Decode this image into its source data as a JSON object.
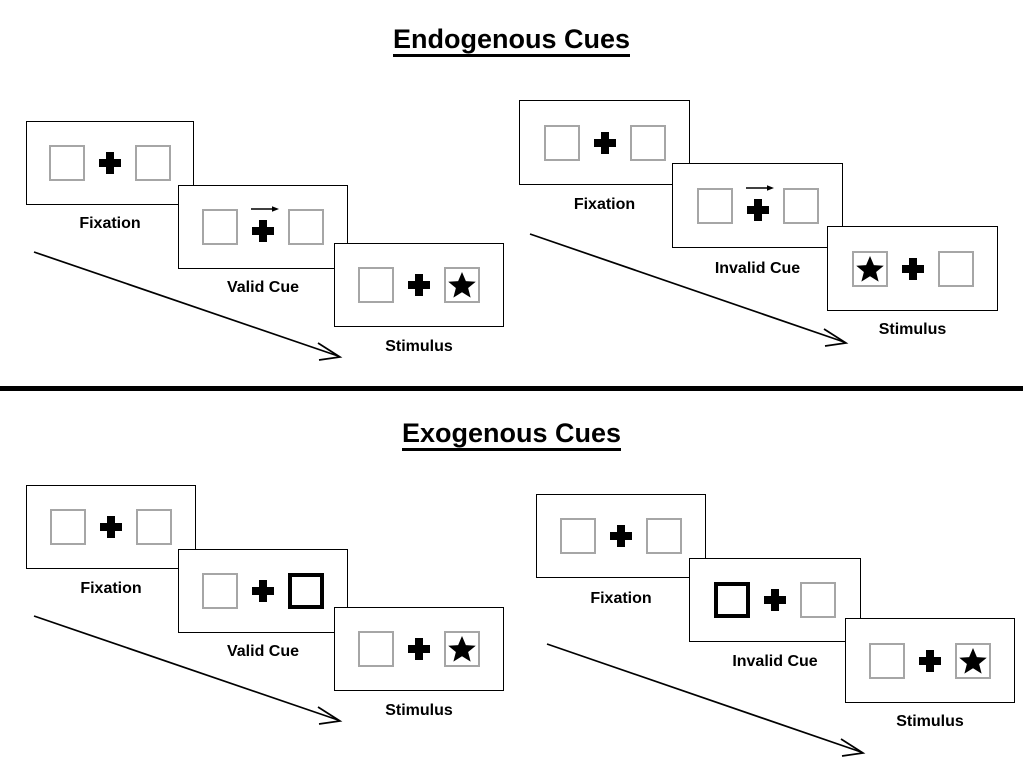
{
  "figure": {
    "title_endogenous": "Endogenous Cues",
    "title_exogenous": "Exogenous Cues"
  },
  "colors": {
    "ink": "#000000",
    "placeholder_box_border": "#a6a6a6",
    "card_border": "#000000",
    "background": "#ffffff"
  },
  "icons": {
    "fixation_cross": "plus-icon",
    "cue_arrow": "arrow-right-icon",
    "target": "star-icon",
    "flow": "diagonal-arrow-icon"
  },
  "panels": [
    {
      "id": "endogenous-valid",
      "section": "Endogenous Cues",
      "cue_type": "valid",
      "steps": [
        {
          "label": "Fixation",
          "left_box": "empty",
          "right_box": "empty",
          "center": "cross"
        },
        {
          "label": "Valid Cue",
          "left_box": "empty",
          "right_box": "empty",
          "center": "cross-with-arrow-right"
        },
        {
          "label": "Stimulus",
          "left_box": "empty",
          "right_box": "star",
          "center": "cross"
        }
      ]
    },
    {
      "id": "endogenous-invalid",
      "section": "Endogenous Cues",
      "cue_type": "invalid",
      "steps": [
        {
          "label": "Fixation",
          "left_box": "empty",
          "right_box": "empty",
          "center": "cross"
        },
        {
          "label": "Invalid Cue",
          "left_box": "empty",
          "right_box": "empty",
          "center": "cross-with-arrow-right"
        },
        {
          "label": "Stimulus",
          "left_box": "star",
          "right_box": "empty",
          "center": "cross"
        }
      ]
    },
    {
      "id": "exogenous-valid",
      "section": "Exogenous Cues",
      "cue_type": "valid",
      "steps": [
        {
          "label": "Fixation",
          "left_box": "empty",
          "right_box": "empty",
          "center": "cross"
        },
        {
          "label": "Valid Cue",
          "left_box": "empty",
          "right_box": "bold",
          "center": "cross"
        },
        {
          "label": "Stimulus",
          "left_box": "empty",
          "right_box": "star",
          "center": "cross"
        }
      ]
    },
    {
      "id": "exogenous-invalid",
      "section": "Exogenous Cues",
      "cue_type": "invalid",
      "steps": [
        {
          "label": "Fixation",
          "left_box": "empty",
          "right_box": "empty",
          "center": "cross"
        },
        {
          "label": "Invalid Cue",
          "left_box": "bold",
          "right_box": "empty",
          "center": "cross"
        },
        {
          "label": "Stimulus",
          "left_box": "empty",
          "right_box": "star",
          "center": "cross"
        }
      ]
    }
  ]
}
